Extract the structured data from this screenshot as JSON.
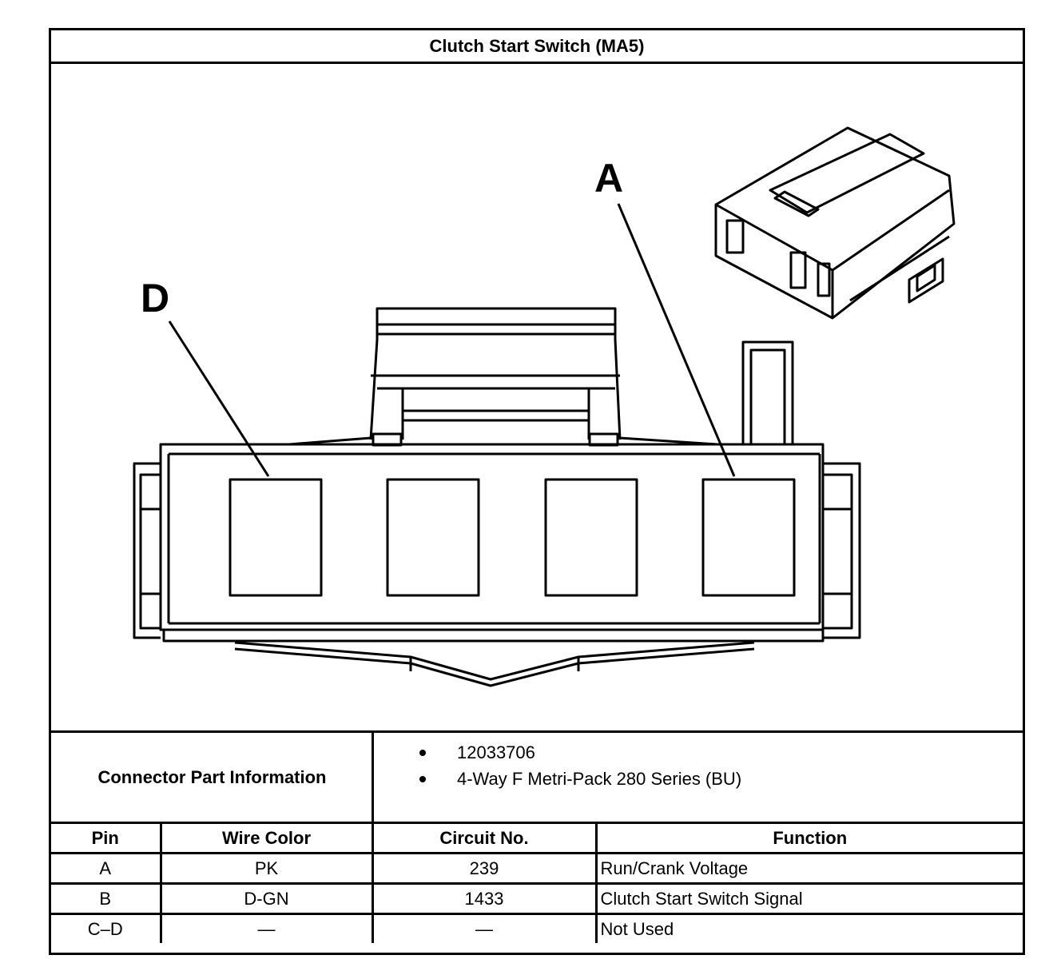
{
  "title": "Clutch Start Switch (MA5)",
  "diagram": {
    "callouts": [
      {
        "id": "D",
        "label": "D"
      },
      {
        "id": "A",
        "label": "A"
      }
    ],
    "pin_cavities": [
      "D",
      "C",
      "B",
      "A"
    ]
  },
  "connector_info": {
    "label": "Connector Part Information",
    "items": [
      "12033706",
      "4-Way F Metri-Pack 280 Series (BU)"
    ]
  },
  "table": {
    "headers": {
      "pin": "Pin",
      "wire_color": "Wire Color",
      "circuit": "Circuit No.",
      "function": "Function"
    },
    "rows": [
      {
        "pin": "A",
        "wire_color": "PK",
        "circuit": "239",
        "function": "Run/Crank Voltage"
      },
      {
        "pin": "B",
        "wire_color": "D-GN",
        "circuit": "1433",
        "function": "Clutch Start Switch Signal"
      },
      {
        "pin": "C–D",
        "wire_color": "—",
        "circuit": "—",
        "function": "Not Used"
      }
    ]
  }
}
